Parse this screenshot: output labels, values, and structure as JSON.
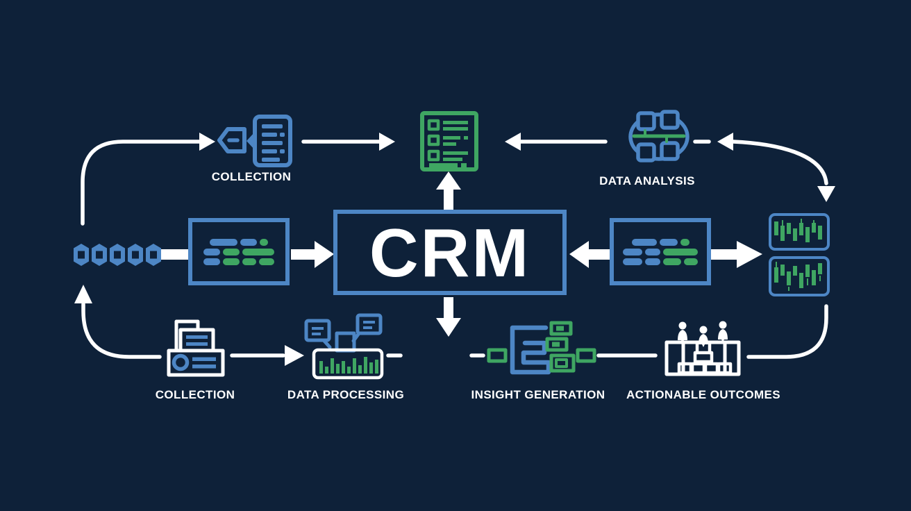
{
  "colors": {
    "background": "#0e2139",
    "blue": "#4d86c5",
    "green": "#3fa662",
    "white": "#ffffff"
  },
  "diagram": {
    "center": {
      "label": "CRM"
    },
    "top": {
      "collection": {
        "label": "COLLECTION",
        "icon": "pen-document-icon"
      },
      "report": {
        "icon": "report-checklist-icon"
      },
      "data_analysis": {
        "label": "DATA ANALYSIS",
        "icon": "linked-nodes-icon"
      }
    },
    "left": {
      "input_chain": {
        "icon": "hexagon-chain-icon"
      },
      "records": {
        "icon": "record-list-icon"
      }
    },
    "right": {
      "records": {
        "icon": "record-list-icon"
      },
      "charts": {
        "icon": "candlestick-chart-icon"
      }
    },
    "bottom": {
      "collection": {
        "label": "COLLECTION",
        "icon": "printer-icon"
      },
      "data_processing": {
        "label": "DATA PROCESSING",
        "icon": "bar-chart-bubbles-icon"
      },
      "insight_generation": {
        "label": "INSIGHT GENERATION",
        "icon": "flow-blocks-icon"
      },
      "actionable_outcomes": {
        "label": "ACTIONABLE OUTCOMES",
        "icon": "team-podium-icon"
      }
    }
  }
}
